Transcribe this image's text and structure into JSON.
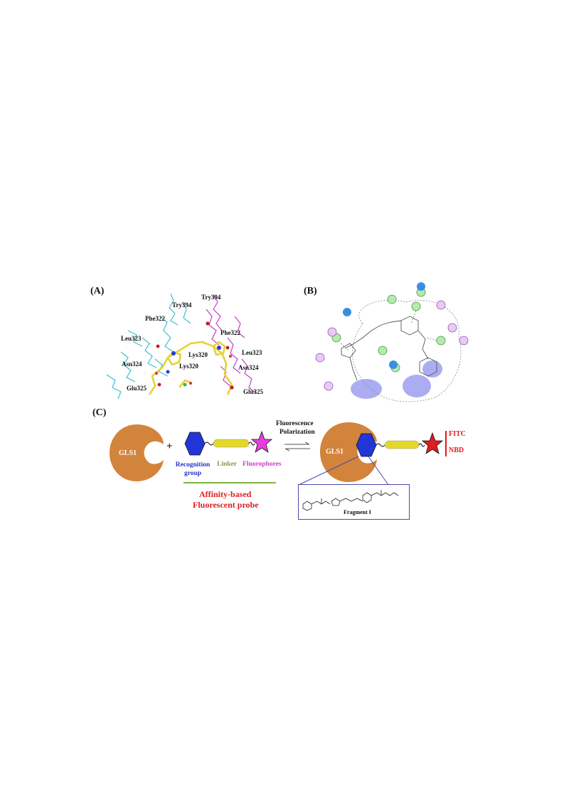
{
  "panels": {
    "a_tag": "(A)",
    "b_tag": "(B)",
    "c_tag": "(C)"
  },
  "panel_a": {
    "residues_left": [
      "Try394",
      "Phe322",
      "Leu323",
      "Asn324",
      "Glu325"
    ],
    "residues_center": [
      "Lys320",
      "Lys320"
    ],
    "residues_right": [
      "Try394",
      "Phe322",
      "Leu323",
      "Asn324",
      "Glu325"
    ],
    "colors": {
      "chain_a": "#3cc0d0",
      "chain_b": "#c040c8",
      "ligand": "#e6d23a"
    }
  },
  "panel_c": {
    "gls1_label": "GLS1",
    "plus": "+",
    "recognition_label": "Recognition group",
    "linker_label": "Linker",
    "fluorophores_label": "Fluorophores",
    "probe_title_line1": "Affinity-based",
    "probe_title_line2": "Fluorescent probe",
    "arrow_label_line1": "Fluorescence",
    "arrow_label_line2": "Polarization",
    "complex_gls1_label": "GLS1",
    "fitc_label": "FITC",
    "nbd_label": "NBD",
    "fragment_label": "Fragment I",
    "colors": {
      "gls1": "#d2843c",
      "hexagon": "#2236d8",
      "linker": "#e2d82a",
      "star_magenta": "#e83ce0",
      "star_red": "#e11c1c",
      "blue_text": "#2a32c8",
      "olive_text": "#9a8f4a",
      "magenta_text": "#c83cc8",
      "red_text": "#e11c1c",
      "frame": "#4a4aa8",
      "underline": "#7cb342"
    }
  }
}
